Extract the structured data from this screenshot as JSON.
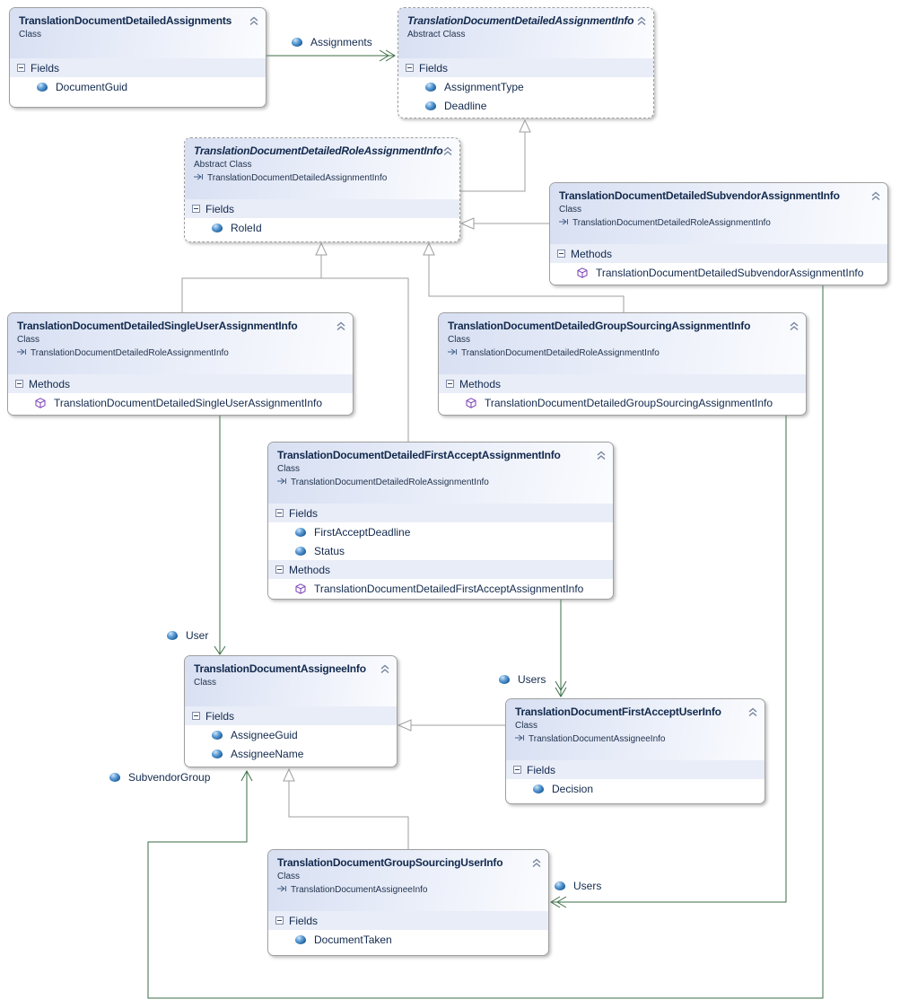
{
  "diagram": {
    "title": "Class diagram",
    "colors": {
      "association_line": "#3a6e44",
      "inheritance_line": "#9f9f9f",
      "header_gradient_start": "#d7dff2",
      "section_row_bg": "#e9edf8",
      "title_text": "#12294d",
      "field_icon_blue": "#11528f",
      "method_icon_purple": "#7b3fb5"
    },
    "classes": [
      {
        "id": "detailed-assignments",
        "name": "TranslationDocumentDetailedAssignments",
        "kind": "Class",
        "abstract": false,
        "sections": [
          {
            "label": "Fields",
            "members": [
              {
                "icon": "field-icon",
                "name": "DocumentGuid"
              }
            ]
          }
        ]
      },
      {
        "id": "detailed-assignment-info",
        "name": "TranslationDocumentDetailedAssignmentInfo",
        "kind": "Abstract Class",
        "abstract": true,
        "sections": [
          {
            "label": "Fields",
            "members": [
              {
                "icon": "field-icon",
                "name": "AssignmentType"
              },
              {
                "icon": "field-icon",
                "name": "Deadline"
              }
            ]
          }
        ]
      },
      {
        "id": "detailed-role-assignment-info",
        "name": "TranslationDocumentDetailedRoleAssignmentInfo",
        "kind": "Abstract Class",
        "abstract": true,
        "base": "TranslationDocumentDetailedAssignmentInfo",
        "sections": [
          {
            "label": "Fields",
            "members": [
              {
                "icon": "field-icon",
                "name": "RoleId"
              }
            ]
          }
        ]
      },
      {
        "id": "detailed-subvendor-assignment-info",
        "name": "TranslationDocumentDetailedSubvendorAssignmentInfo",
        "kind": "Class",
        "abstract": false,
        "base": "TranslationDocumentDetailedRoleAssignmentInfo",
        "sections": [
          {
            "label": "Methods",
            "members": [
              {
                "icon": "method-icon",
                "name": "TranslationDocumentDetailedSubvendorAssignmentInfo"
              }
            ]
          }
        ]
      },
      {
        "id": "detailed-single-user-assignment-info",
        "name": "TranslationDocumentDetailedSingleUserAssignmentInfo",
        "kind": "Class",
        "abstract": false,
        "base": "TranslationDocumentDetailedRoleAssignmentInfo",
        "sections": [
          {
            "label": "Methods",
            "members": [
              {
                "icon": "method-icon",
                "name": "TranslationDocumentDetailedSingleUserAssignmentInfo"
              }
            ]
          }
        ]
      },
      {
        "id": "detailed-group-sourcing-assignment-info",
        "name": "TranslationDocumentDetailedGroupSourcingAssignmentInfo",
        "kind": "Class",
        "abstract": false,
        "base": "TranslationDocumentDetailedRoleAssignmentInfo",
        "sections": [
          {
            "label": "Methods",
            "members": [
              {
                "icon": "method-icon",
                "name": "TranslationDocumentDetailedGroupSourcingAssignmentInfo"
              }
            ]
          }
        ]
      },
      {
        "id": "detailed-first-accept-assignment-info",
        "name": "TranslationDocumentDetailedFirstAcceptAssignmentInfo",
        "kind": "Class",
        "abstract": false,
        "base": "TranslationDocumentDetailedRoleAssignmentInfo",
        "sections": [
          {
            "label": "Fields",
            "members": [
              {
                "icon": "field-icon",
                "name": "FirstAcceptDeadline"
              },
              {
                "icon": "field-icon",
                "name": "Status"
              }
            ]
          },
          {
            "label": "Methods",
            "members": [
              {
                "icon": "method-icon",
                "name": "TranslationDocumentDetailedFirstAcceptAssignmentInfo"
              }
            ]
          }
        ]
      },
      {
        "id": "assignee-info",
        "name": "TranslationDocumentAssigneeInfo",
        "kind": "Class",
        "abstract": false,
        "sections": [
          {
            "label": "Fields",
            "members": [
              {
                "icon": "field-icon",
                "name": "AssigneeGuid"
              },
              {
                "icon": "field-icon",
                "name": "AssigneeName"
              }
            ]
          }
        ]
      },
      {
        "id": "first-accept-user-info",
        "name": "TranslationDocumentFirstAcceptUserInfo",
        "kind": "Class",
        "abstract": false,
        "base": "TranslationDocumentAssigneeInfo",
        "sections": [
          {
            "label": "Fields",
            "members": [
              {
                "icon": "field-icon",
                "name": "Decision"
              }
            ]
          }
        ]
      },
      {
        "id": "group-sourcing-user-info",
        "name": "TranslationDocumentGroupSourcingUserInfo",
        "kind": "Class",
        "abstract": false,
        "base": "TranslationDocumentAssigneeInfo",
        "sections": [
          {
            "label": "Fields",
            "members": [
              {
                "icon": "field-icon",
                "name": "DocumentTaken"
              }
            ]
          }
        ]
      }
    ],
    "association_labels": [
      {
        "id": "assignments",
        "icon": "property-icon",
        "text": "Assignments"
      },
      {
        "id": "user",
        "icon": "property-icon",
        "text": "User"
      },
      {
        "id": "users-first-accept",
        "icon": "property-icon",
        "text": "Users"
      },
      {
        "id": "users-group-sourcing",
        "icon": "property-icon",
        "text": "Users"
      },
      {
        "id": "subvendor-group",
        "icon": "property-icon",
        "text": "SubvendorGroup"
      }
    ]
  }
}
